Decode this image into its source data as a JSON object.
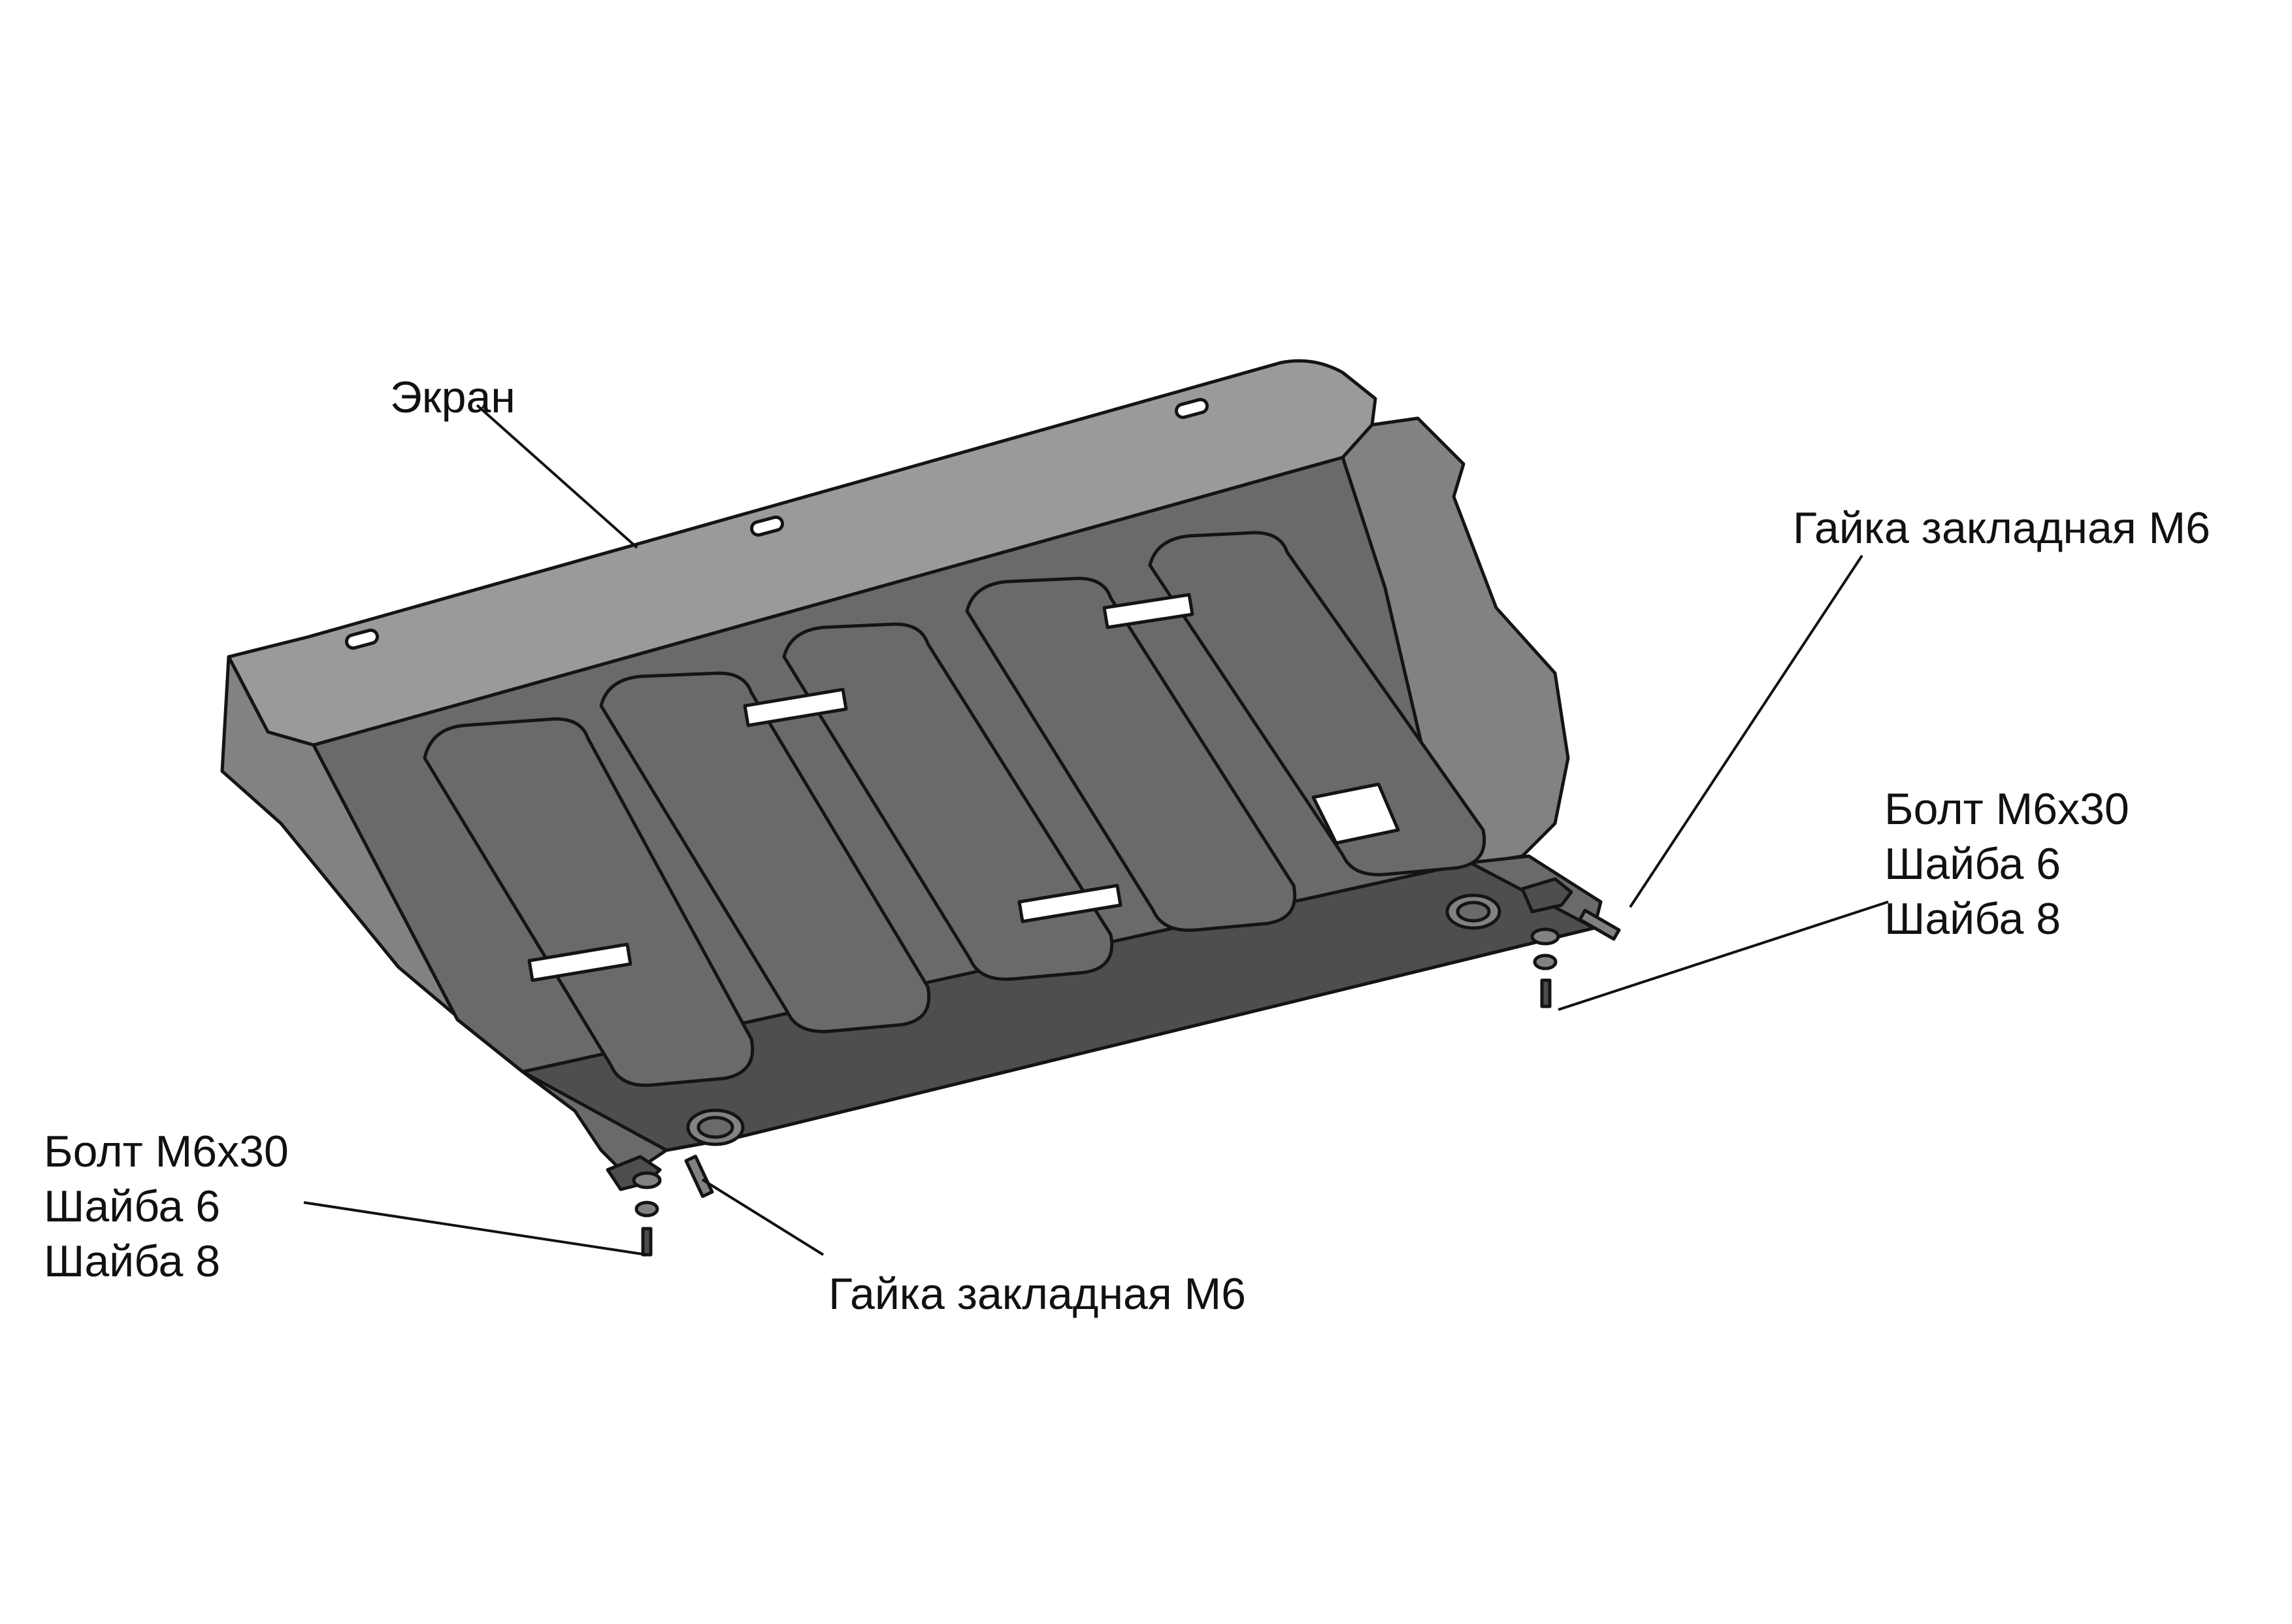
{
  "colors": {
    "plate_face": "#6a6a6a",
    "plate_dark": "#4e4e4e",
    "flange_top": "#9a9a9a",
    "flange_side": "#828282",
    "outline": "#141414",
    "cutout": "#ffffff",
    "leader": "#111111"
  },
  "labels": {
    "screen": "Экран",
    "nut_right": "Гайка закладная М6",
    "nut_left": "Гайка закладная М6",
    "hardware_right": [
      "Болт М6х30",
      "Шайба 6",
      "Шайба 8"
    ],
    "hardware_left": [
      "Болт М6х30",
      "Шайба 6",
      "Шайба 8"
    ]
  }
}
